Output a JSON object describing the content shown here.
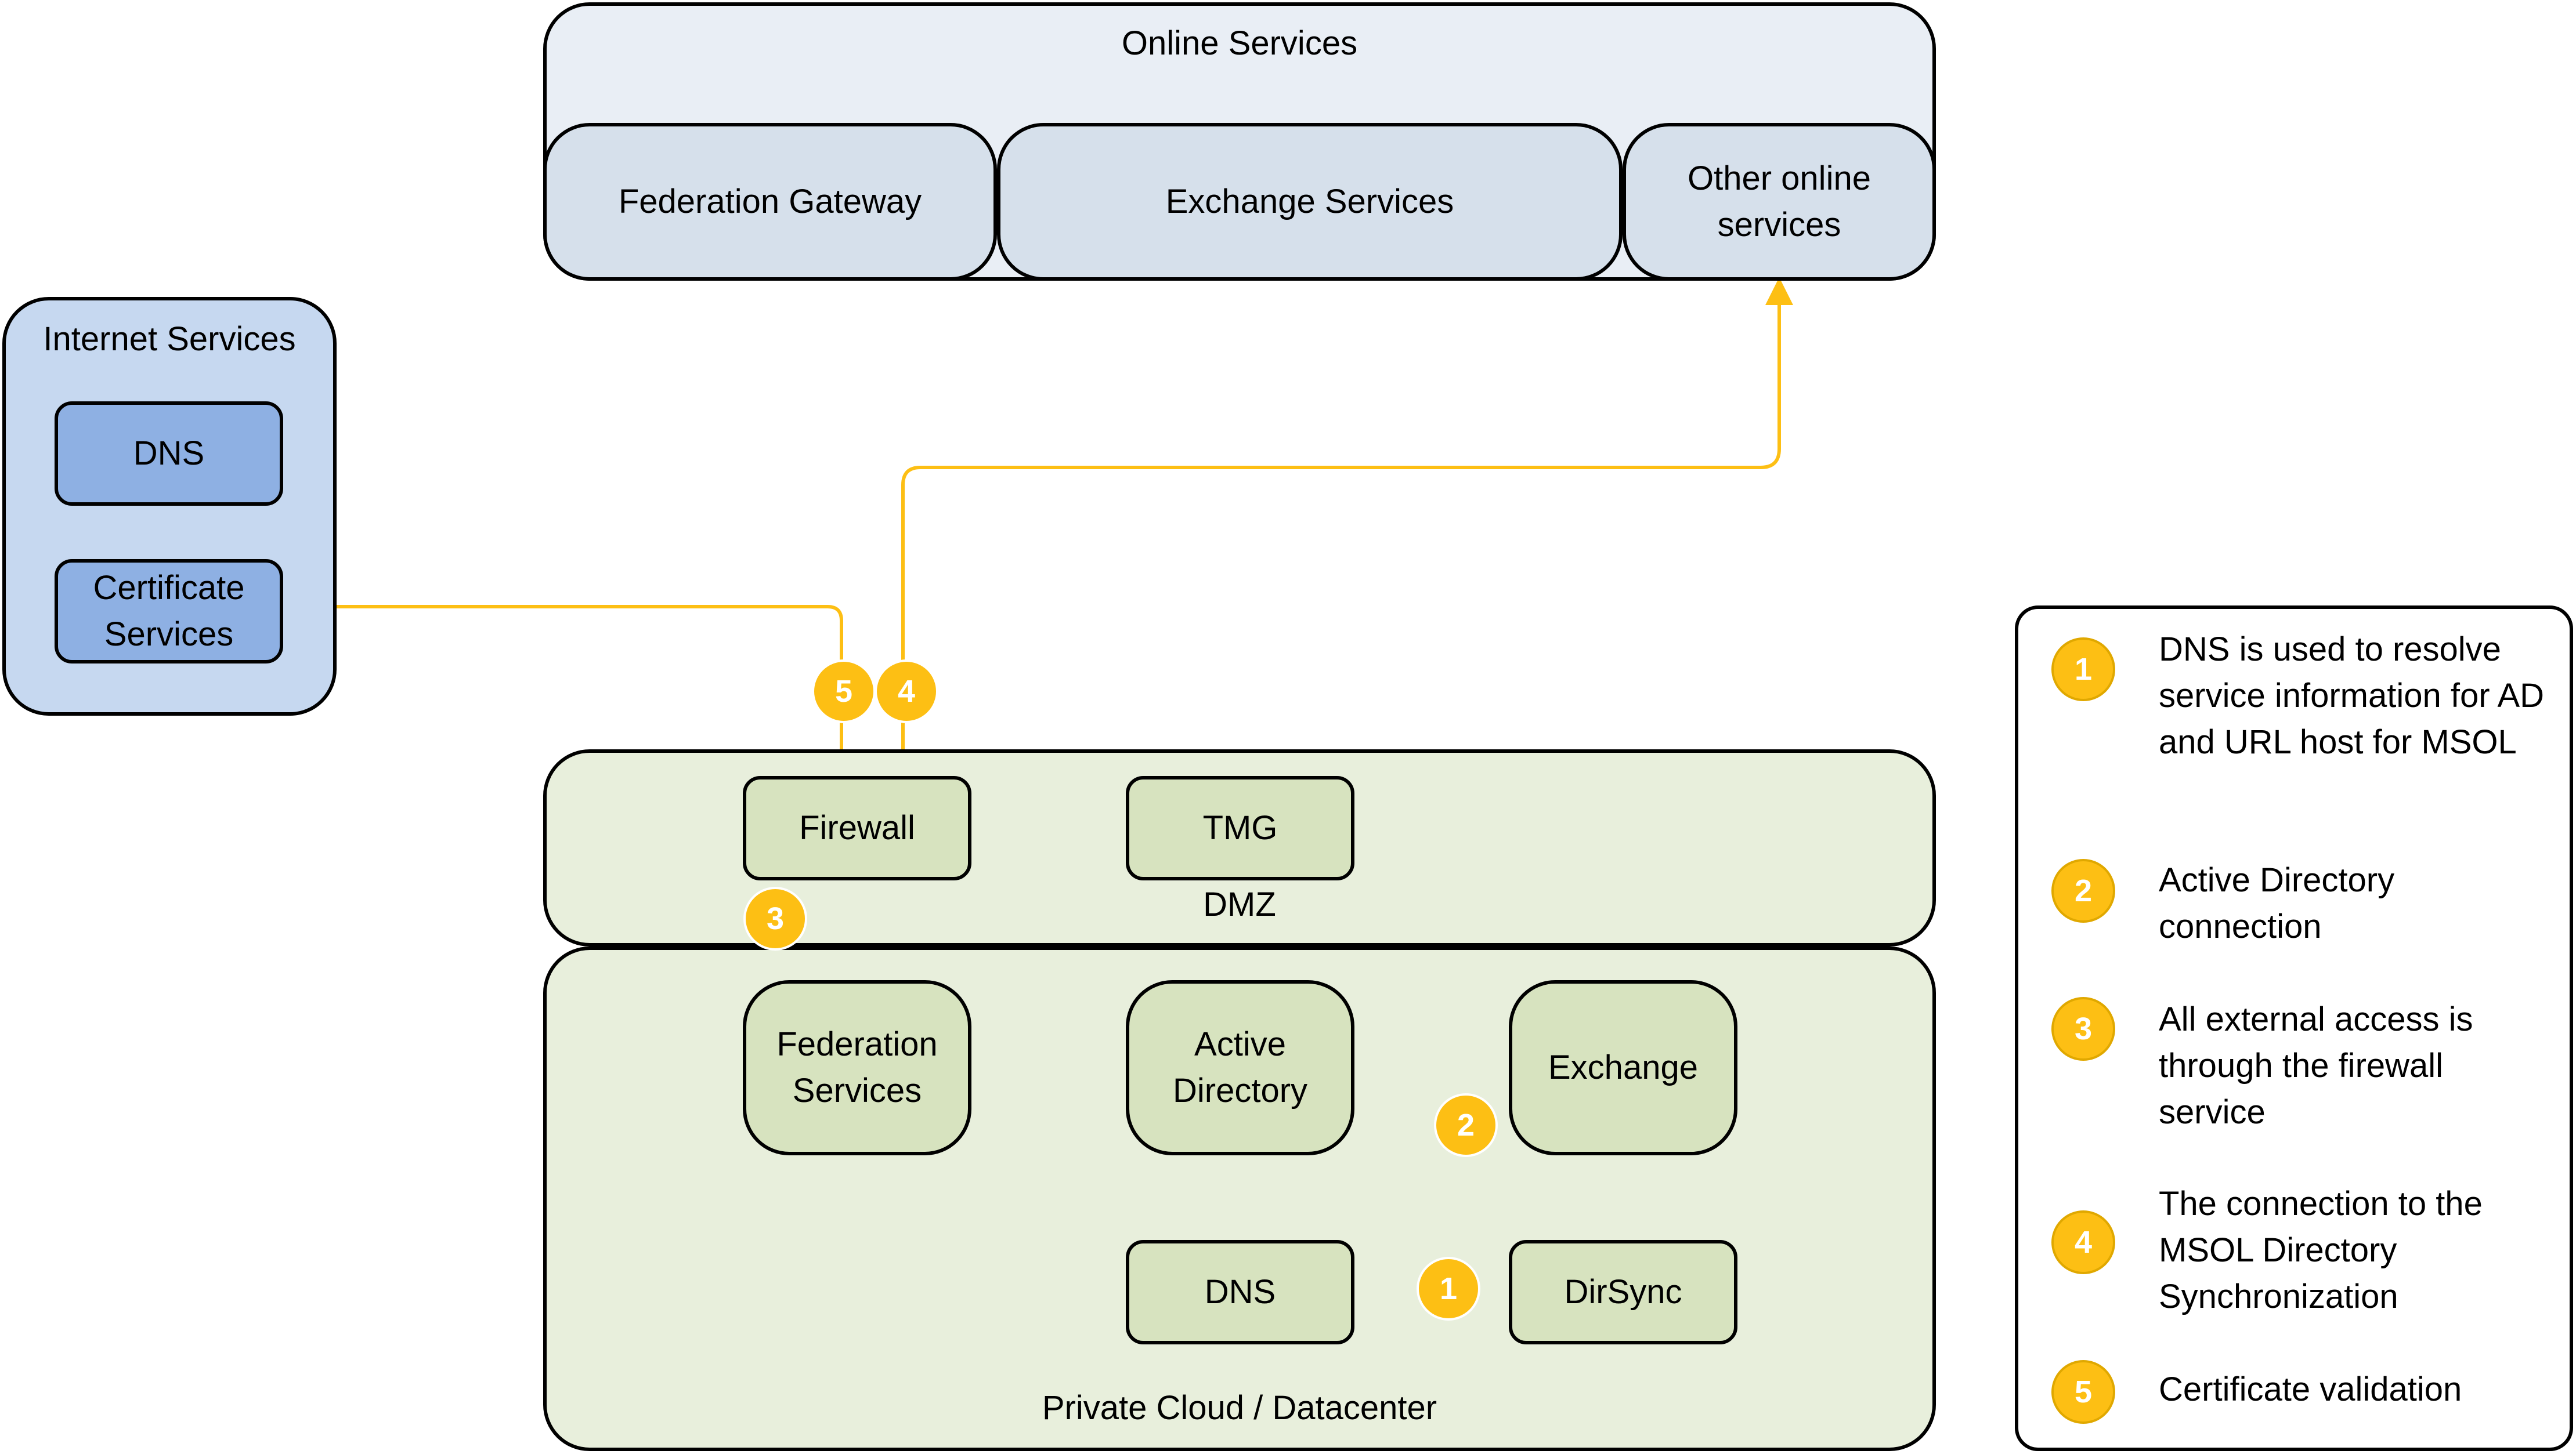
{
  "online_services": {
    "title": "Online Services",
    "federation_gateway": "Federation Gateway",
    "exchange_services": "Exchange Services",
    "other_online_services": "Other online\nservices"
  },
  "internet_services": {
    "title": "Internet Services",
    "dns": "DNS",
    "certificate_services": "Certificate\nServices"
  },
  "dmz": {
    "title": "DMZ",
    "firewall": "Firewall",
    "tmg": "TMG"
  },
  "private_cloud": {
    "title": "Private Cloud / Datacenter",
    "federation_services": "Federation\nServices",
    "active_directory": "Active\nDirectory",
    "exchange": "Exchange",
    "dns": "DNS",
    "dirsync": "DirSync"
  },
  "markers": [
    "1",
    "2",
    "3",
    "4",
    "5"
  ],
  "legend": [
    {
      "num": "1",
      "text": "DNS is used to resolve service information for AD and URL host for MSOL"
    },
    {
      "num": "2",
      "text": "Active Directory connection"
    },
    {
      "num": "3",
      "text": "All external access is through the firewall service"
    },
    {
      "num": "4",
      "text": "The connection to the MSOL Directory Synchronization"
    },
    {
      "num": "5",
      "text": "Certificate validation"
    }
  ],
  "colors": {
    "online_outer": "#e9eef5",
    "online_inner": "#d6e0eb",
    "internet_outer": "#c6d8f0",
    "internet_inner": "#8eb0e3",
    "private_outer": "#e8efdc",
    "private_inner": "#d7e3bf",
    "connector": "#fdbf14"
  }
}
